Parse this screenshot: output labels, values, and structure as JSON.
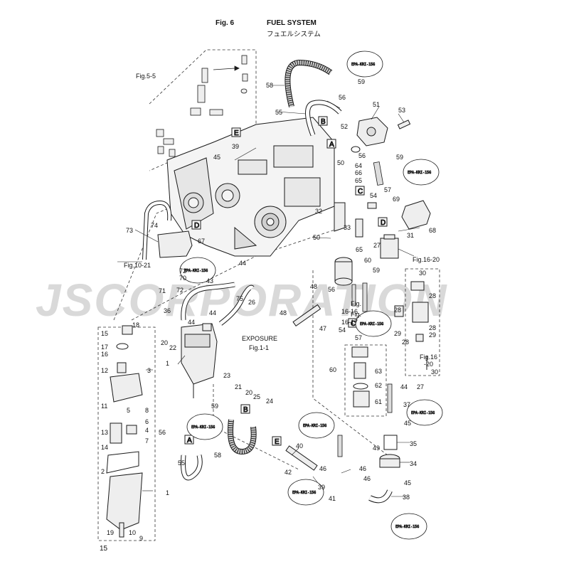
{
  "header": {
    "fig_label": "Fig. 6",
    "title_en": "FUEL SYSTEM",
    "title_jp": "フュエルシステム"
  },
  "page_number": "15",
  "watermark": "JSCORPORATION",
  "epa_tag": "EPA-KRI-15G",
  "refs": {
    "fig_5_5": "Fig.5-5",
    "fig_10_21": "Fig.10-21",
    "fig_16_20a": "Fig.16-20",
    "fig_16_16": "Fig.",
    "fig_16_16b": "16-16",
    "fig_16_17": "Fig.",
    "fig_16_17b": "16-17",
    "fig_16_20b": "Fig.16",
    "fig_16_20c": "-20",
    "exposure": "EXPOSURE",
    "fig_1_1": "Fig.1-1"
  },
  "box_letters": [
    "A",
    "B",
    "C",
    "D",
    "E"
  ],
  "part_numbers": [
    "1",
    "2",
    "3",
    "4",
    "5",
    "6",
    "7",
    "8",
    "9",
    "10",
    "11",
    "12",
    "13",
    "14",
    "15",
    "16",
    "17",
    "18",
    "19",
    "20",
    "21",
    "22",
    "23",
    "24",
    "25",
    "26",
    "27",
    "28",
    "29",
    "30",
    "31",
    "32",
    "33",
    "34",
    "35",
    "36",
    "37",
    "38",
    "39",
    "40",
    "41",
    "42",
    "43",
    "44",
    "45",
    "46",
    "47",
    "48",
    "49",
    "50",
    "51",
    "52",
    "53",
    "54",
    "55",
    "56",
    "57",
    "58",
    "59",
    "60",
    "61",
    "62",
    "63",
    "64",
    "65",
    "66",
    "67",
    "68",
    "69",
    "70",
    "71",
    "72",
    "73",
    "74",
    "75"
  ],
  "colors": {
    "line": "#1a1a1a",
    "fill": "#f4f4f4",
    "shade": "#cfcfcf",
    "watermark": "#d9d9d9"
  }
}
